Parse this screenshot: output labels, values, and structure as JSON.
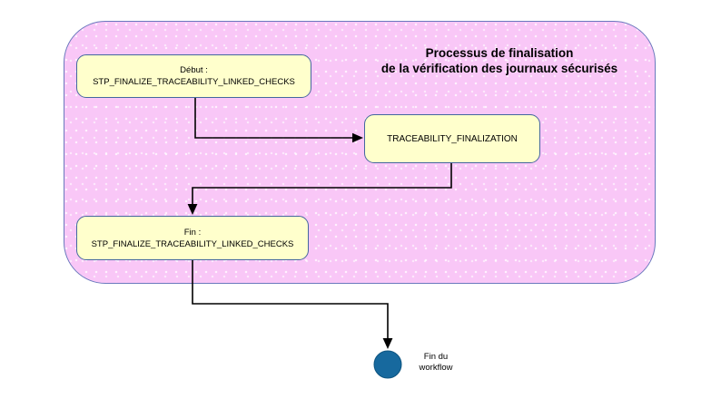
{
  "diagram": {
    "title": {
      "line1": "Processus de finalisation",
      "line2": "de la vérification des journaux sécurisés"
    },
    "nodes": {
      "start": {
        "line1": "Début :",
        "line2": "STP_FINALIZE_TRACEABILITY_LINKED_CHECKS"
      },
      "task": {
        "label": "TRACEABILITY_FINALIZATION"
      },
      "end": {
        "line1": "Fin :",
        "line2": "STP_FINALIZE_TRACEABILITY_LINKED_CHECKS"
      }
    },
    "terminal": {
      "line1": "Fin du",
      "line2": "workflow"
    }
  },
  "colors": {
    "container_fill": "#f9c7f7",
    "container_border": "#6a79bd",
    "node_fill": "#ffffcc",
    "node_border": "#44679f",
    "edge": "#000000",
    "terminal_fill": "#17699e",
    "terminal_border": "#0d5480",
    "text": "#000000",
    "page_bg": "#ffffff"
  }
}
